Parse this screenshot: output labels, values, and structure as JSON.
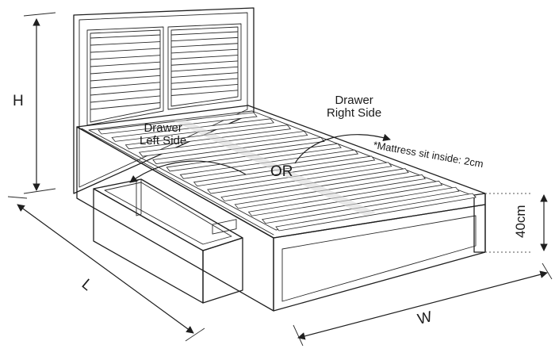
{
  "labels": {
    "drawer_left_line1": "Drawer",
    "drawer_left_line2": "Left Side",
    "drawer_right_line1": "Drawer",
    "drawer_right_line2": "Right Side",
    "or": "OR",
    "mattress_note": "*Mattress sit inside: 2cm"
  },
  "dimensions": {
    "height": "H",
    "length": "L",
    "width": "W",
    "frame_height": "40cm"
  }
}
